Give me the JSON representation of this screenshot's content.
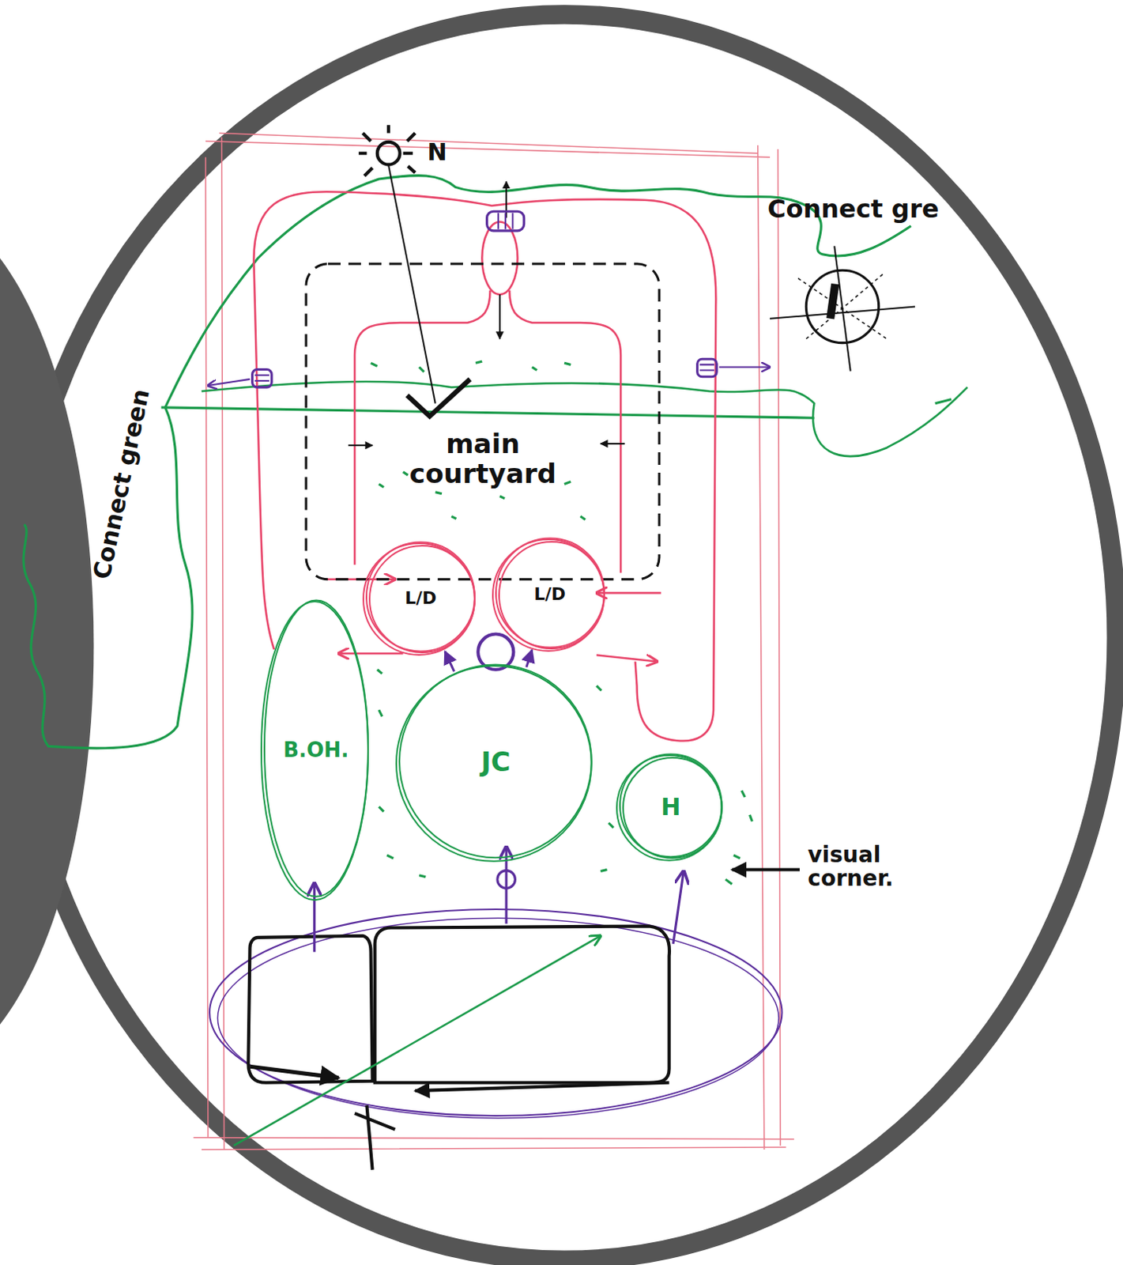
{
  "diagram": {
    "nodes": [
      {
        "text": [
          "main courtyard"
        ]
      },
      {
        "text": [
          "L/D"
        ]
      },
      {
        "text": [
          "L/D"
        ]
      },
      {
        "text": [
          "B.OH."
        ]
      },
      {
        "text": [
          "JC"
        ]
      },
      {
        "text": [
          "H"
        ]
      }
    ],
    "edges": [
      {
        "from": 4,
        "to": 1,
        "arrow": "to"
      },
      {
        "from": 4,
        "to": 2,
        "arrow": "to"
      }
    ],
    "labels": [
      "N",
      "Connect gre",
      "Connect green",
      "visual corner."
    ]
  }
}
